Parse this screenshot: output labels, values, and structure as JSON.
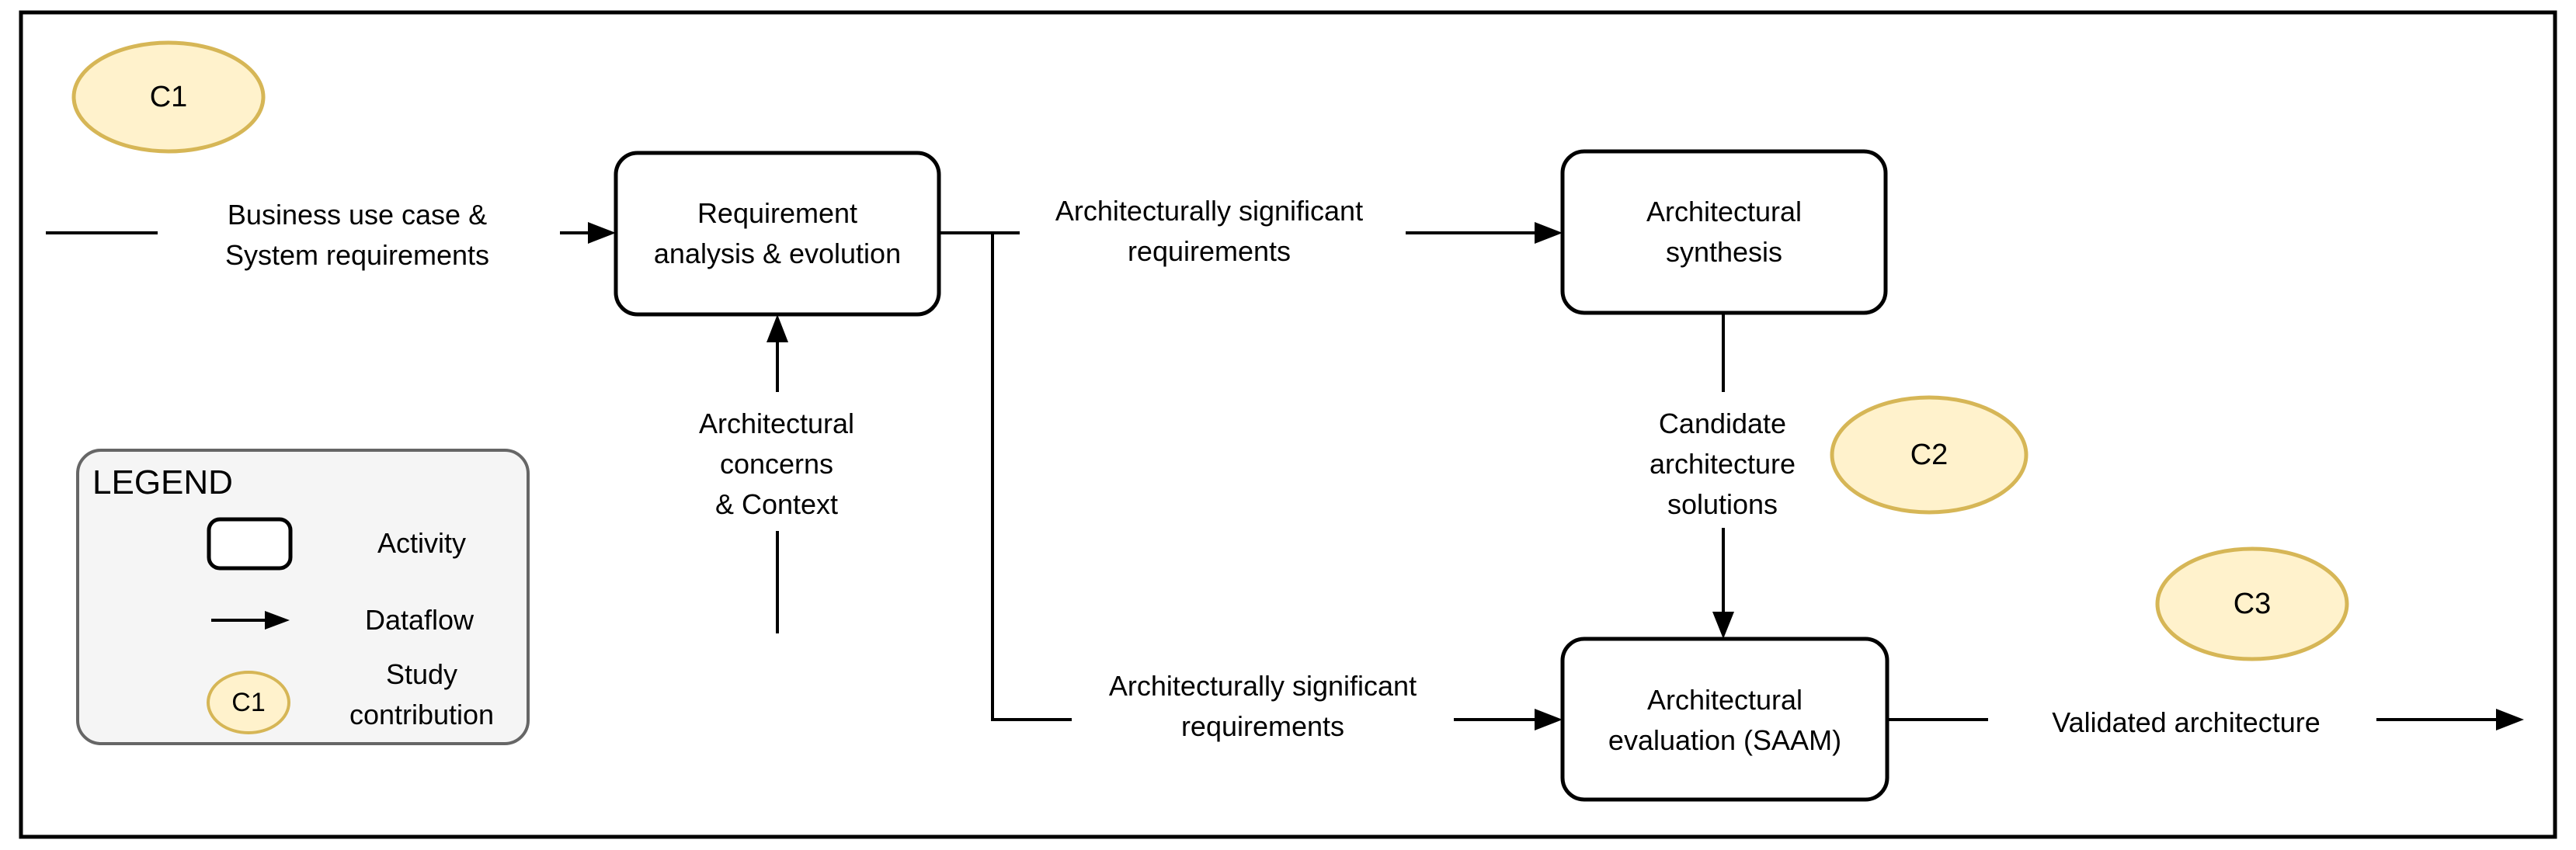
{
  "colors": {
    "background": "#FFFFFF",
    "edge": "#000000",
    "border": "#000000",
    "activity_fill": "#FFFFFF",
    "activity_stroke": "#000000",
    "contribution_fill": "#FFF2CC",
    "contribution_stroke": "#D6B656",
    "legend_fill": "#F5F5F5",
    "legend_stroke": "#666666",
    "text": "#000000"
  },
  "contributions": {
    "c1": "C1",
    "c2": "C2",
    "c3": "C3"
  },
  "activities": {
    "requirement_analysis": {
      "line1": "Requirement",
      "line2": "analysis & evolution"
    },
    "architectural_synthesis": {
      "line1": "Architectural",
      "line2": "synthesis"
    },
    "architectural_evaluation": {
      "line1": "Architectural",
      "line2": "evaluation (SAAM)"
    }
  },
  "flows": {
    "business_use_case": {
      "line1": "Business use case &",
      "line2": "System requirements"
    },
    "asr_top": {
      "line1": "Architecturally significant",
      "line2": "requirements"
    },
    "asr_bottom": {
      "line1": "Architecturally significant",
      "line2": "requirements"
    },
    "architectural_concerns": {
      "line1": "Architectural",
      "line2": "concerns",
      "line3": "& Context"
    },
    "candidate_solutions": {
      "line1": "Candidate",
      "line2": "architecture",
      "line3": "solutions"
    },
    "validated_architecture": {
      "line1": "Validated architecture"
    }
  },
  "legend": {
    "title": "LEGEND",
    "activity_label": "Activity",
    "dataflow_label": "Dataflow",
    "contribution_sample": "C1",
    "contribution_label_line1": "Study",
    "contribution_label_line2": "contribution"
  }
}
